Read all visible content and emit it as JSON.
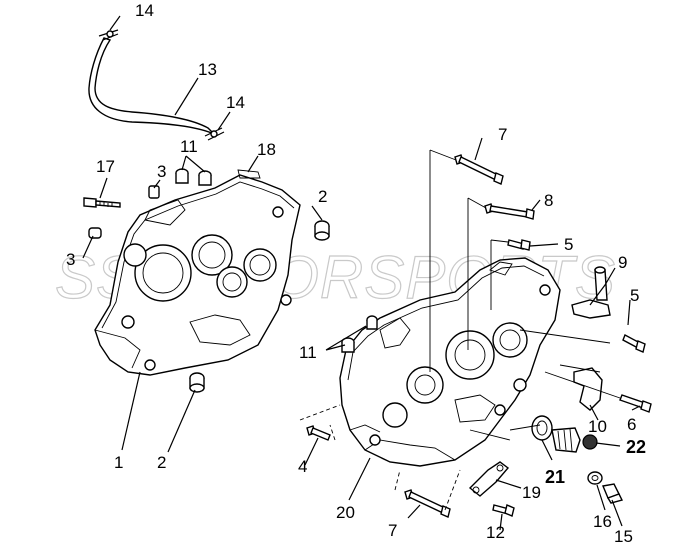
{
  "watermark": "SSMOTORSPORTS",
  "callouts": {
    "c1": "1",
    "c2a": "2",
    "c2b": "2",
    "c3a": "3",
    "c3b": "3",
    "c4": "4",
    "c5a": "5",
    "c5b": "5",
    "c6": "6",
    "c7a": "7",
    "c7b": "7",
    "c8": "8",
    "c9": "9",
    "c10": "10",
    "c11a": "11",
    "c11b": "11",
    "c12": "12",
    "c13": "13",
    "c14a": "14",
    "c14b": "14",
    "c15": "15",
    "c16": "16",
    "c17": "17",
    "c18": "18",
    "c19": "19",
    "c20": "20",
    "c21": "21",
    "c22": "22"
  }
}
